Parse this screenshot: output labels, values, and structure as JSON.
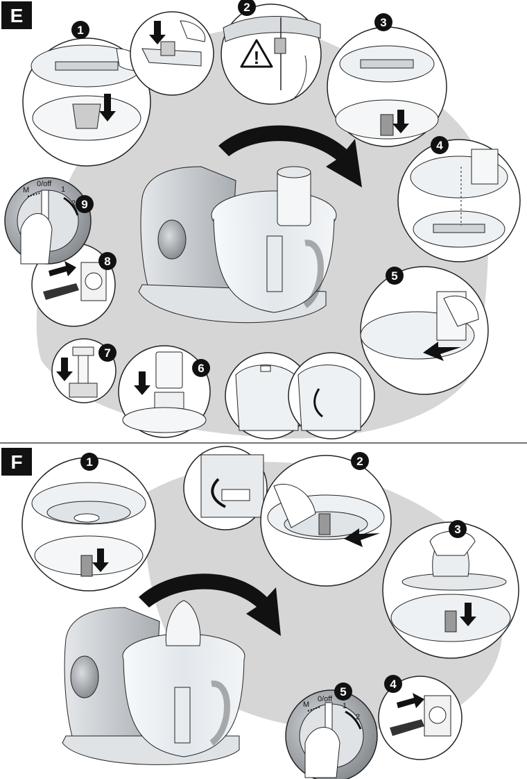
{
  "sections": [
    {
      "label": "E",
      "steps": [
        {
          "num": "1"
        },
        {
          "num": "2"
        },
        {
          "num": "3"
        },
        {
          "num": "4"
        },
        {
          "num": "5"
        },
        {
          "num": "6"
        },
        {
          "num": "7"
        },
        {
          "num": "8"
        },
        {
          "num": "9"
        }
      ],
      "dial": {
        "m": "M",
        "off": "0/off",
        "one": "1",
        "two": "2"
      },
      "warning": "!"
    },
    {
      "label": "F",
      "steps": [
        {
          "num": "1"
        },
        {
          "num": "2"
        },
        {
          "num": "3"
        },
        {
          "num": "4"
        },
        {
          "num": "5"
        }
      ],
      "dial": {
        "m": "M",
        "off": "0/off",
        "one": "1",
        "two": "2"
      }
    }
  ],
  "colors": {
    "shadow": "#cfcfcf",
    "line": "#222222",
    "badge": "#111111",
    "bowl": "#eef1f3",
    "body": "#c9cdd1"
  }
}
